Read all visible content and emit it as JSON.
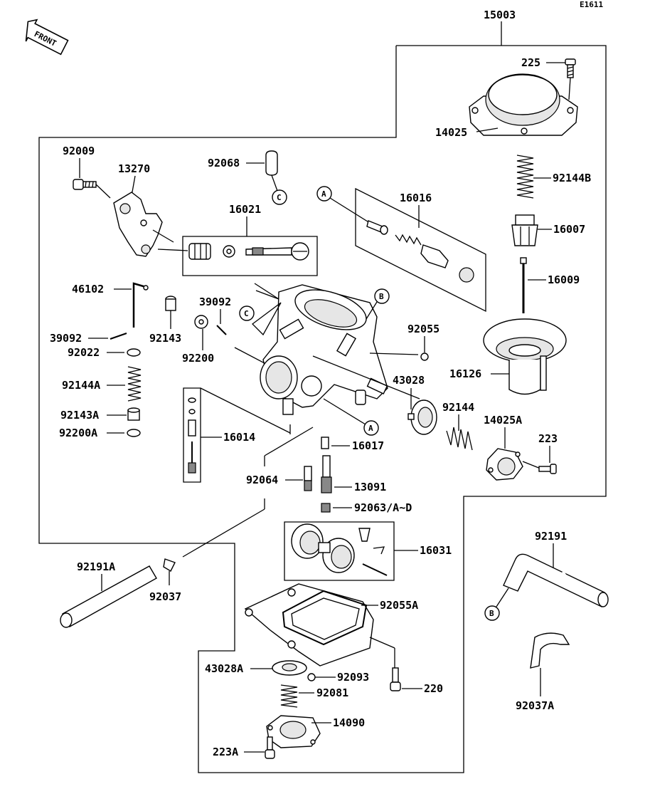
{
  "code": "E1611",
  "front_label": "FRONT",
  "letters": {
    "a": "A",
    "b": "B",
    "c": "C"
  },
  "labels": {
    "p15003": "15003",
    "p225": "225",
    "p14025": "14025",
    "p92009": "92009",
    "p13270": "13270",
    "p92068": "92068",
    "p16016": "16016",
    "p92144B": "92144B",
    "p16021": "16021",
    "p16007": "16007",
    "p16009": "16009",
    "p46102": "46102",
    "p39092a": "39092",
    "p39092b": "39092",
    "p92143": "92143",
    "p92055": "92055",
    "p92022": "92022",
    "p92200": "92200",
    "p16126": "16126",
    "p43028": "43028",
    "p92144A": "92144A",
    "p92144": "92144",
    "p14025A": "14025A",
    "p92143A": "92143A",
    "p223": "223",
    "p92200A": "92200A",
    "p16014": "16014",
    "p16017": "16017",
    "p92064": "92064",
    "p13091": "13091",
    "p92063": "92063/A~D",
    "p16031": "16031",
    "p92191": "92191",
    "p92191A": "92191A",
    "p92037": "92037",
    "p92055A": "92055A",
    "p43028A": "43028A",
    "p92093": "92093",
    "p220": "220",
    "p92081": "92081",
    "p92037A": "92037A",
    "p14090": "14090",
    "p223A": "223A"
  }
}
